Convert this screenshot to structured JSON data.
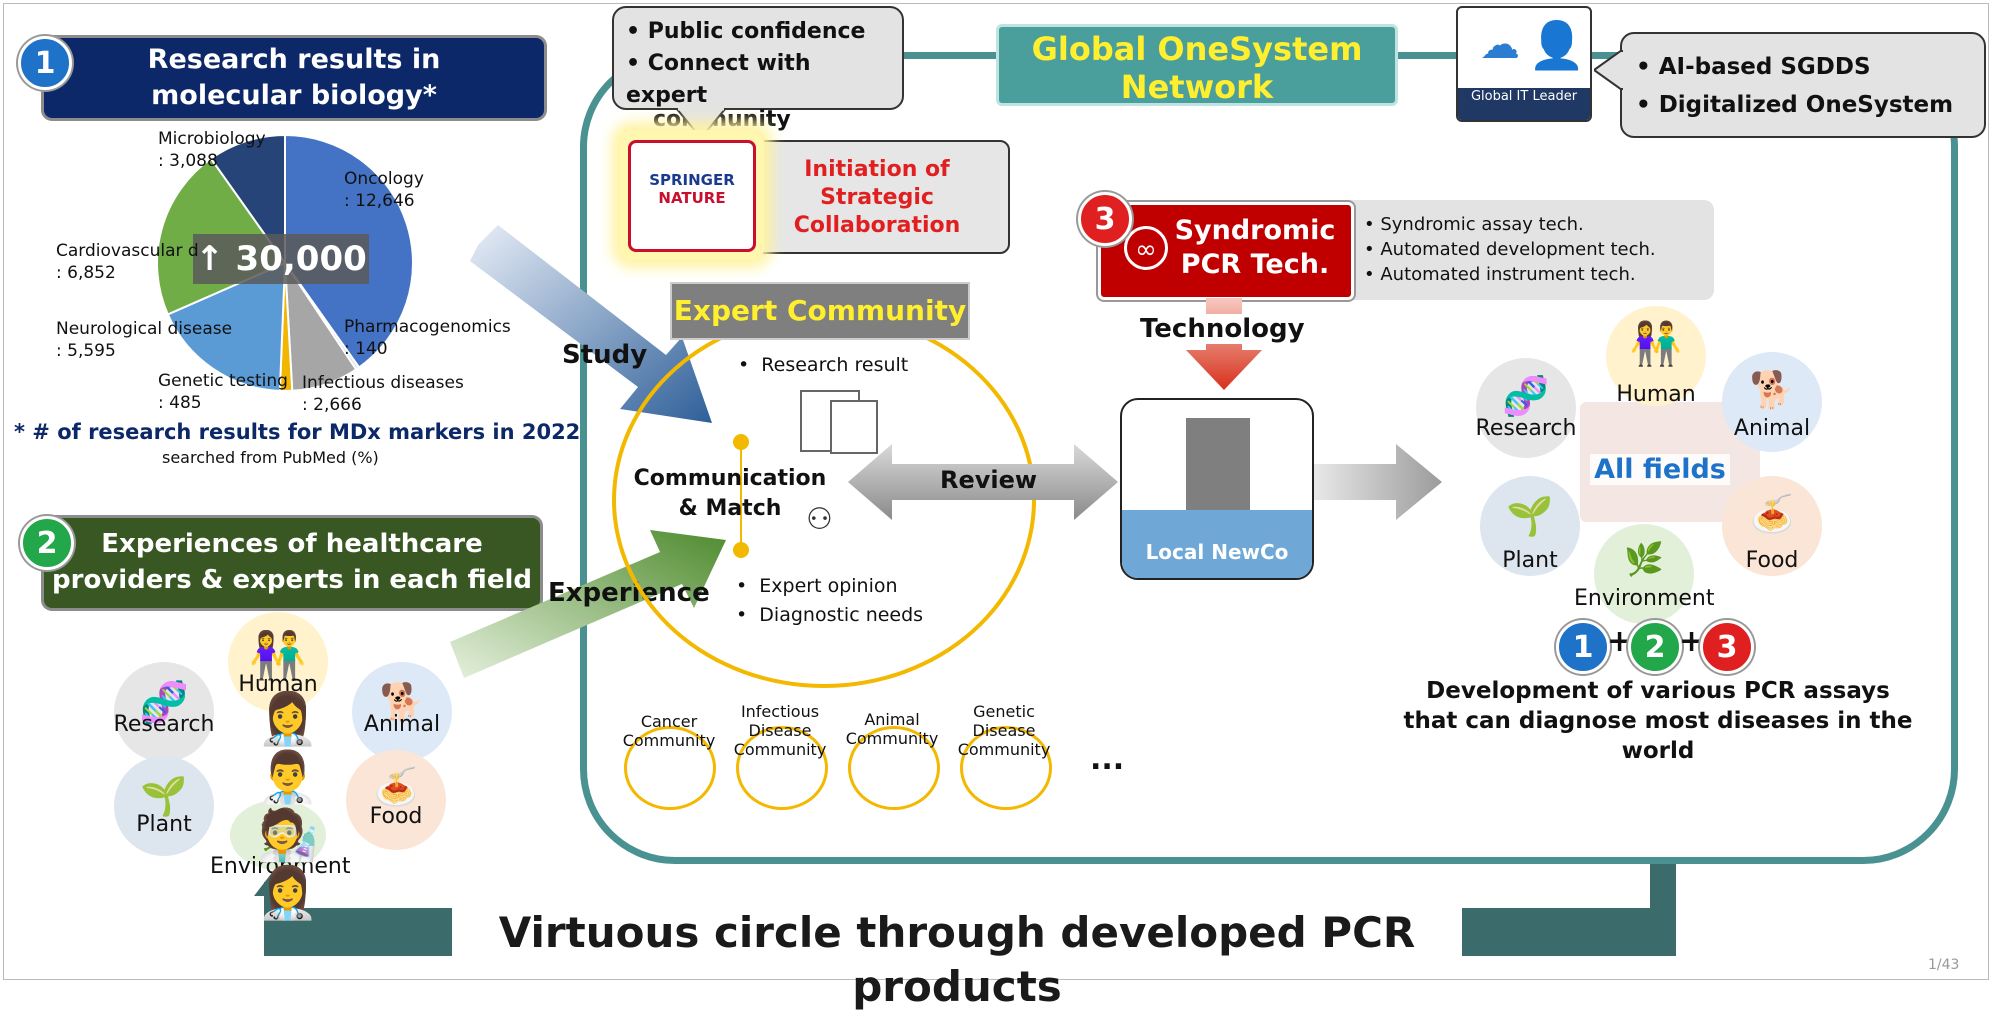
{
  "section1": {
    "badge": "1",
    "title_line1": "Research results in",
    "title_line2": "molecular biology*",
    "pie_center": "↑ 30,000",
    "footnote": "* # of research results for MDx markers in 2022",
    "footnote_sub": "searched from PubMed (%)"
  },
  "chart_data": {
    "type": "pie",
    "categories": [
      "Oncology",
      "Pharmacogenomics",
      "Infectious diseases",
      "Genetic testing",
      "Neurological disease",
      "Cardiovascular disease",
      "Microbiology"
    ],
    "values": [
      12646,
      140,
      2666,
      485,
      5595,
      6852,
      3088
    ],
    "labels": [
      {
        "name": "Oncology",
        "value": ": 12,646"
      },
      {
        "name": "Pharmacogenomics",
        "value": ": 140"
      },
      {
        "name": "Infectious diseases",
        "value": ": 2,666"
      },
      {
        "name": "Genetic testing",
        "value": ": 485"
      },
      {
        "name": "Neurological disease",
        "value": ": 5,595"
      },
      {
        "name": "Cardiovascular d",
        "value": ": 6,852"
      },
      {
        "name": "Microbiology",
        "value": ": 3,088"
      }
    ],
    "colors": [
      "#4472c4",
      "#e3e3e3",
      "#a6a6a6",
      "#f2b600",
      "#5b9bd5",
      "#70ad47",
      "#264478"
    ]
  },
  "section2": {
    "badge": "2",
    "title_line1": "Experiences of healthcare",
    "title_line2": "providers & experts in each field",
    "fields": [
      "Research",
      "Human",
      "Animal",
      "Plant",
      "Food",
      "Environment"
    ]
  },
  "arrows": {
    "study": "Study",
    "experience": "Experience",
    "review": "Review",
    "technology": "Technology"
  },
  "callout_left": {
    "items": [
      "• Public confidence",
      "• Connect with expert",
      "community"
    ]
  },
  "global": {
    "title_line1": "Global OneSystem",
    "title_line2": "Network",
    "it_leader": "Global IT Leader",
    "callout_items": [
      "• AI-based SGDDS",
      "• Digitalized OneSystem"
    ]
  },
  "springer": {
    "logo_line1": "SPRINGER",
    "logo_line2": "NATURE",
    "text_line1": "Initiation of",
    "text_line2": "Strategic",
    "text_line3": "Collaboration"
  },
  "expert_community": {
    "title": "Expert Community",
    "research_result": "Research result",
    "comm_line1": "Communication",
    "comm_line2": "& Match",
    "expert_opinion": "Expert opinion",
    "diagnostic_needs": "Diagnostic needs",
    "communities": [
      {
        "line1": "Cancer",
        "line2": "Community",
        "line3": ""
      },
      {
        "line1": "Infectious",
        "line2": "Disease",
        "line3": "Community"
      },
      {
        "line1": "Animal",
        "line2": "Community",
        "line3": ""
      },
      {
        "line1": "Genetic",
        "line2": "Disease",
        "line3": "Community"
      }
    ],
    "ellipsis": "..."
  },
  "section3": {
    "badge": "3",
    "title_line1": "Syndromic",
    "title_line2": "PCR Tech.",
    "bullets": [
      "Syndromic assay tech.",
      "Automated development tech.",
      "Automated instrument tech."
    ]
  },
  "newco": {
    "label": "Local NewCo"
  },
  "right_fields": {
    "research": "Research",
    "human": "Human",
    "animal": "Animal",
    "plant": "Plant",
    "food": "Food",
    "environment": "Environment",
    "all_fields": "All fields"
  },
  "formula": {
    "n1": "1",
    "plus1": "+",
    "n2": "2",
    "plus2": "+",
    "n3": "3",
    "line1": "Development of various PCR assays",
    "line2": "that can diagnose most diseases in the world"
  },
  "bottom": {
    "title": "Virtuous circle through developed PCR products",
    "page": "1/43"
  }
}
